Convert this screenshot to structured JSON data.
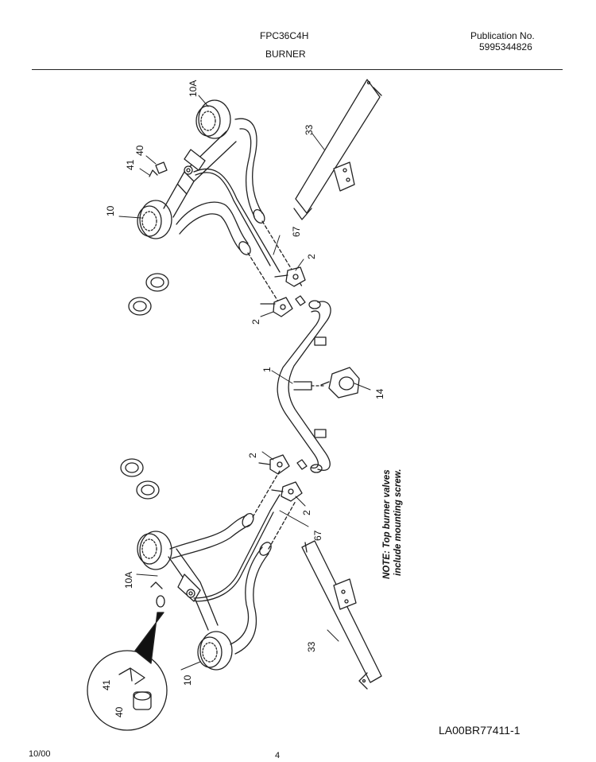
{
  "header": {
    "model": "FPC36C4H",
    "section": "BURNER",
    "publication_label": "Publication No.",
    "publication_number": "5995344826"
  },
  "diagram": {
    "callouts": {
      "c10A_top": "10A",
      "c40_top": "40",
      "c41_top": "41",
      "c10_top": "10",
      "c33_top": "33",
      "c67_top": "67",
      "c2_a": "2",
      "c2_b": "2",
      "c1": "1",
      "c14": "14",
      "c2_c": "2",
      "c2_d": "2",
      "c67_bottom": "67",
      "c10A_bottom": "10A",
      "c33_bottom": "33",
      "c10_bottom": "10",
      "c41_inset": "41",
      "c40_inset": "40"
    },
    "note_line1": "NOTE: Top burner valves",
    "note_line2": "include mounting screw."
  },
  "footer": {
    "date": "10/00",
    "page": "4",
    "drawing_code": "LA00BR77411-1"
  }
}
